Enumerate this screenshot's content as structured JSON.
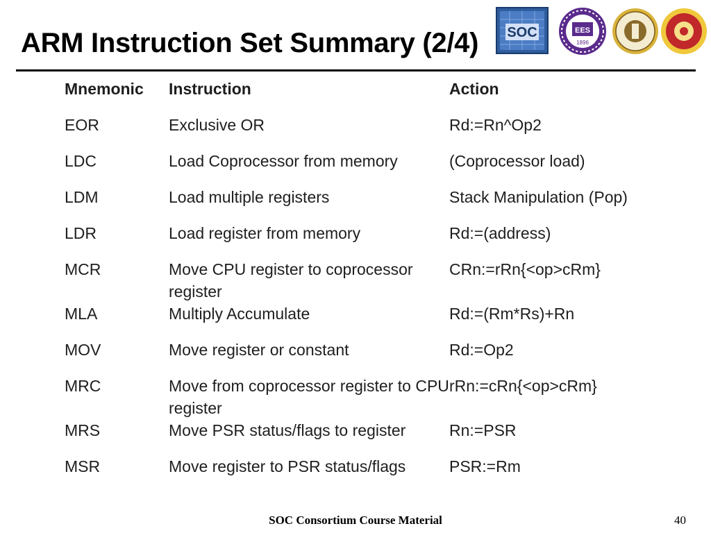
{
  "slide": {
    "title": "ARM Instruction Set Summary (2/4)"
  },
  "logos": {
    "soc_text": "SOC",
    "ees_text": "EES",
    "ees_year": "1896"
  },
  "table": {
    "headers": {
      "mnemonic": "Mnemonic",
      "instruction": "Instruction",
      "action": "Action"
    },
    "rows": [
      {
        "mnemonic": "EOR",
        "instruction": "Exclusive OR",
        "action": "Rd:=Rn^Op2"
      },
      {
        "mnemonic": "LDC",
        "instruction": "Load Coprocessor from memory",
        "action": "(Coprocessor load)"
      },
      {
        "mnemonic": "LDM",
        "instruction": "Load multiple registers",
        "action": "Stack Manipulation (Pop)"
      },
      {
        "mnemonic": "LDR",
        "instruction": "Load register from memory",
        "action": "Rd:=(address)"
      },
      {
        "mnemonic": "MCR",
        "instruction": "Move CPU register to coprocessor register",
        "action": "CRn:=rRn{<op>cRm}"
      },
      {
        "mnemonic": "MLA",
        "instruction": "Multiply Accumulate",
        "action": "Rd:=(Rm*Rs)+Rn"
      },
      {
        "mnemonic": "MOV",
        "instruction": "Move register or constant",
        "action": "Rd:=Op2"
      },
      {
        "mnemonic": "MRC",
        "instruction": "Move from coprocessor register to CPU register",
        "action": "rRn:=cRn{<op>cRm}"
      },
      {
        "mnemonic": "MRS",
        "instruction": "Move PSR status/flags to register",
        "action": "Rn:=PSR"
      },
      {
        "mnemonic": "MSR",
        "instruction": "Move register to PSR status/flags",
        "action": "PSR:=Rm"
      }
    ]
  },
  "footer": {
    "text": "SOC Consortium Course Material",
    "page_number": "40"
  },
  "colors": {
    "soc_logo_bg": "#2f5d9e",
    "nthu_purple": "#5a2a8c",
    "seal_gold": "#d8b23a",
    "seal_red": "#c0282a"
  }
}
